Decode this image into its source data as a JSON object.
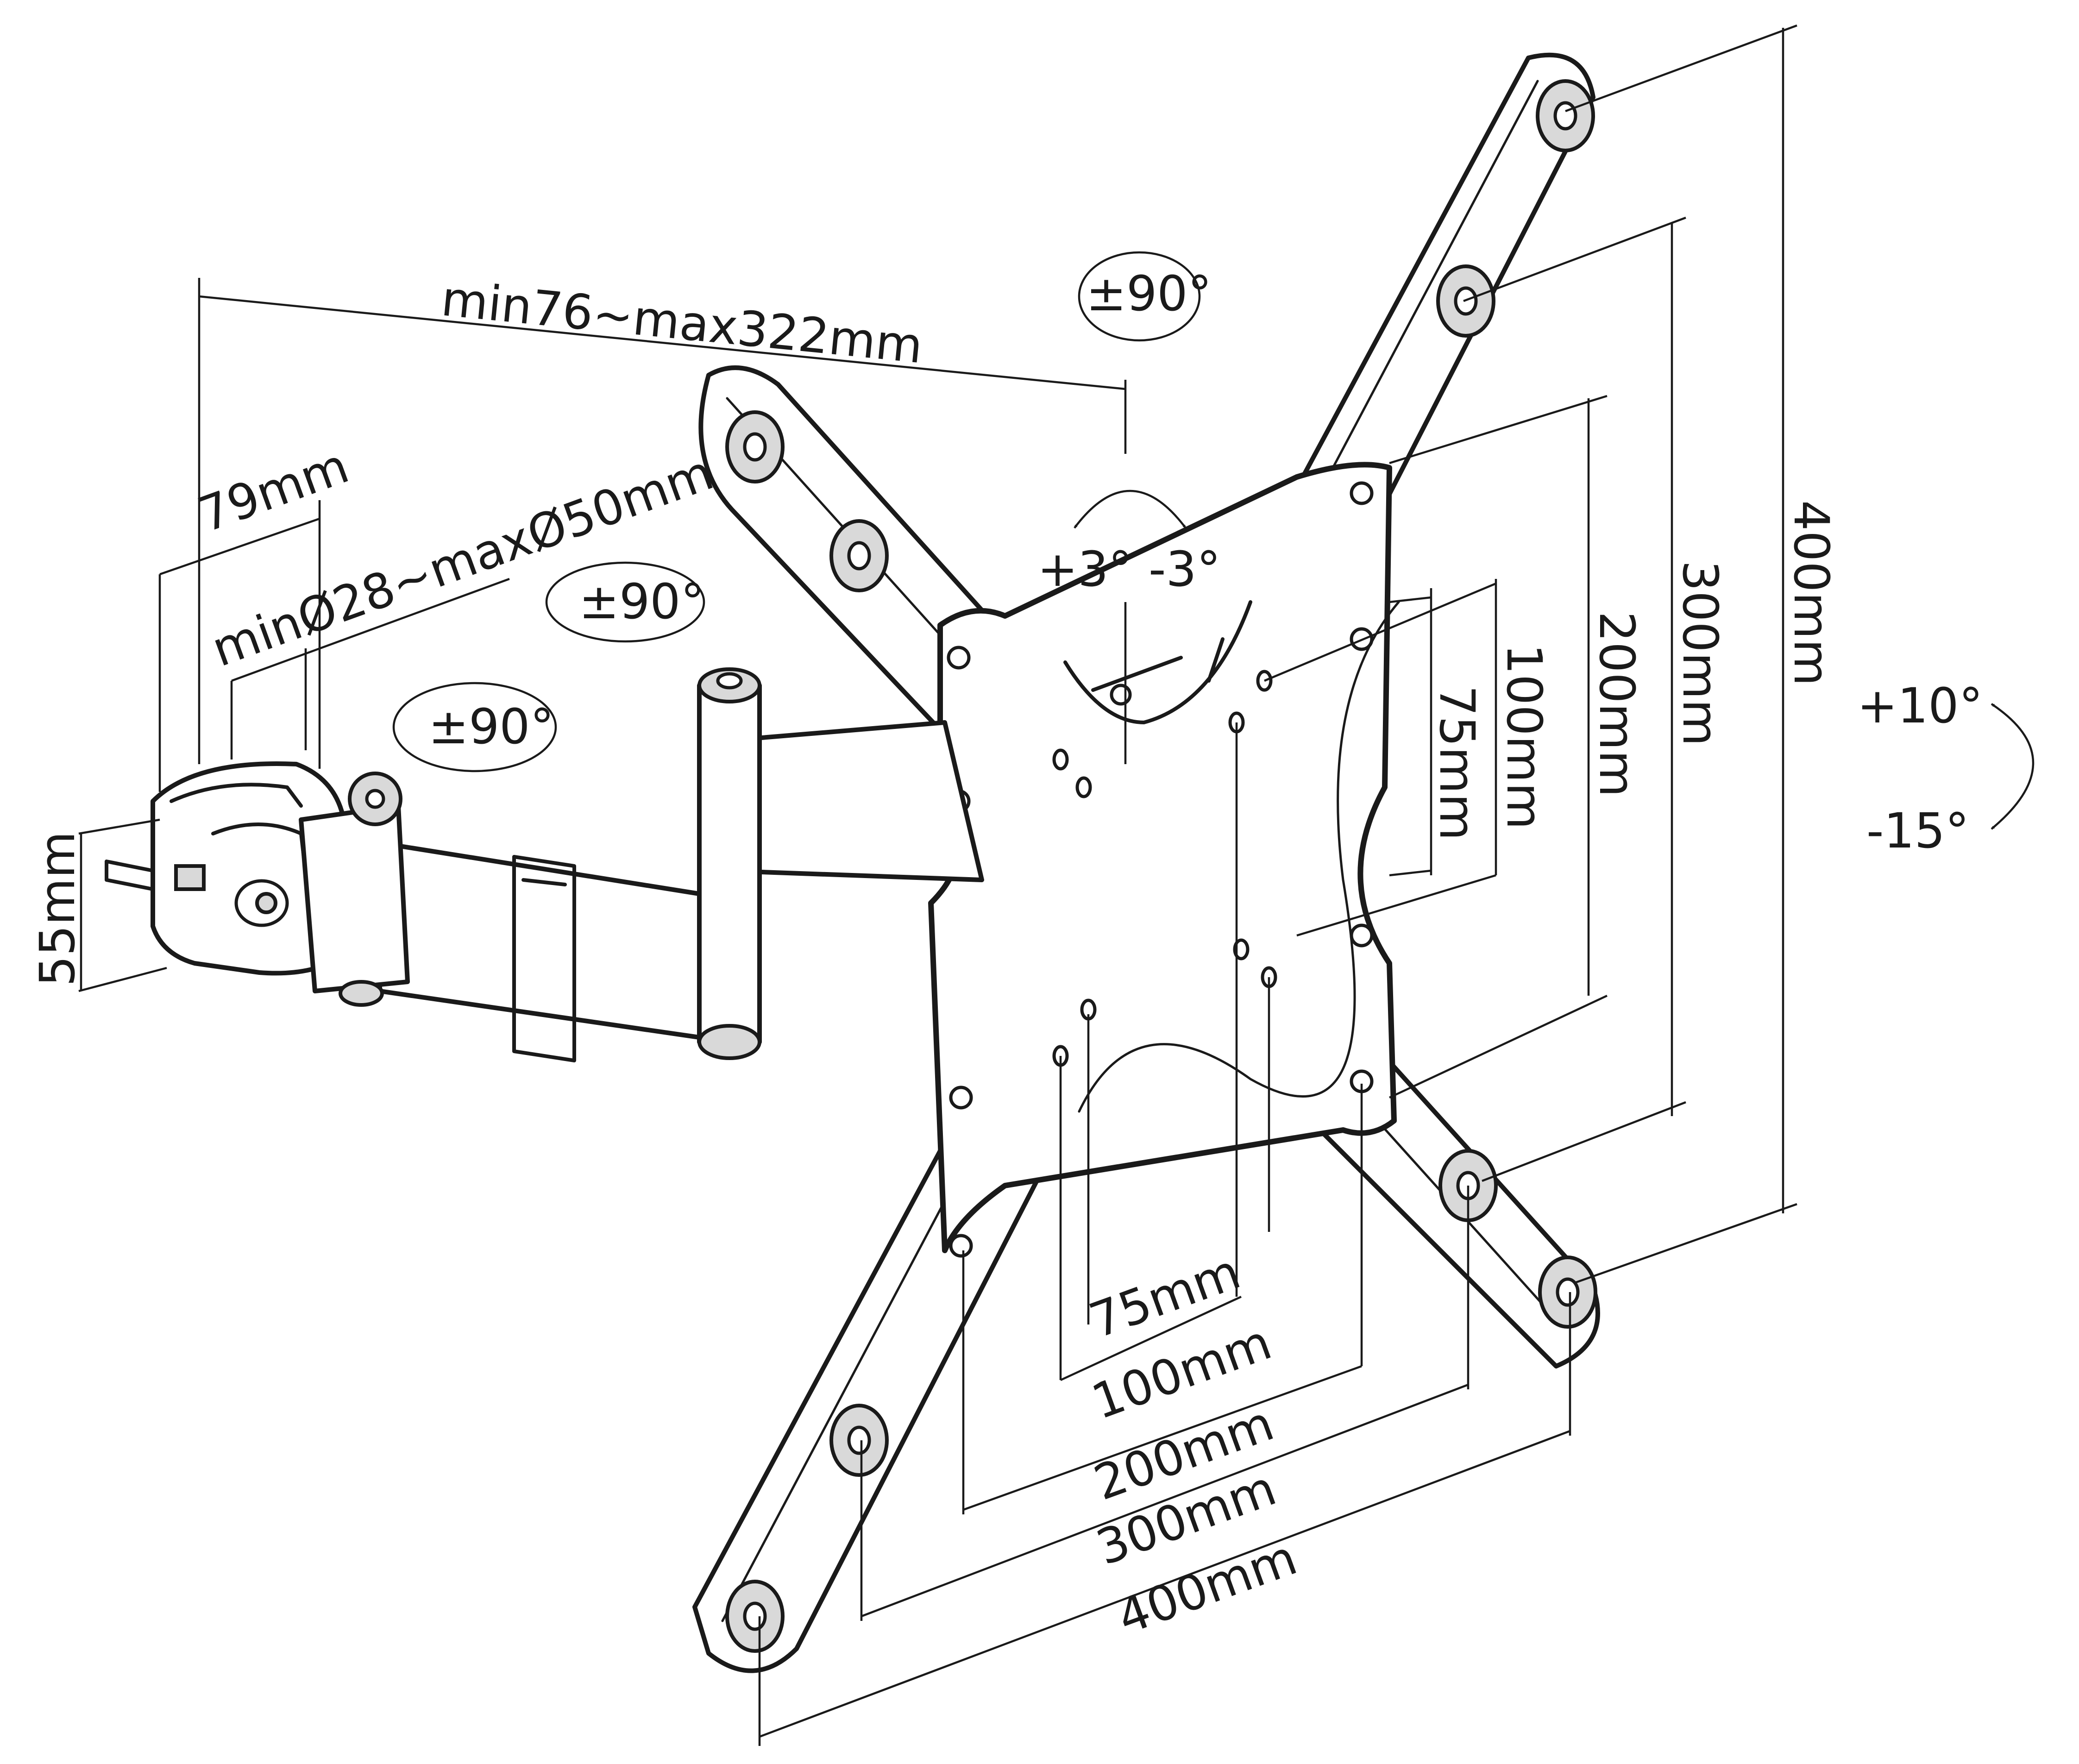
{
  "rotation_labels": {
    "top": "±90°",
    "middle": "±90°",
    "lower": "±90°"
  },
  "tilt_labels": {
    "level_plus": "+3°",
    "level_minus": "-3°",
    "tilt_up": "+10°",
    "tilt_down": "-15°"
  },
  "dimension_labels": {
    "arm_extension": "min76~max322mm",
    "clamp_width": "79mm",
    "clamp_diameter": "minØ28~maxØ50mm",
    "clamp_height": "55mm"
  },
  "vesa_vertical": [
    "75mm",
    "100mm",
    "200mm",
    "300mm",
    "400mm"
  ],
  "vesa_horizontal": [
    "75mm",
    "100mm",
    "200mm",
    "300mm",
    "400mm"
  ]
}
